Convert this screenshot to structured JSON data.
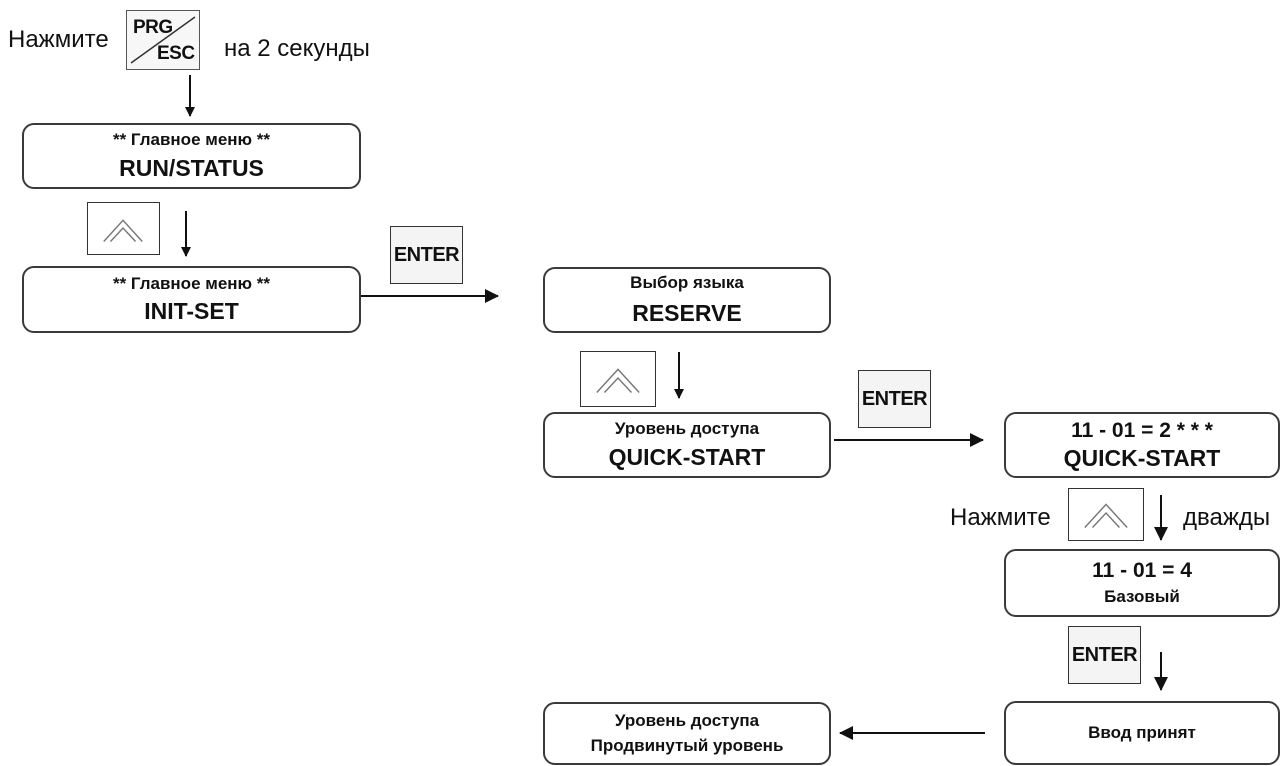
{
  "intro": {
    "press_label": "Нажмите",
    "prg_key_top": "PRG",
    "prg_key_bottom": "ESC",
    "duration": "на 2 секунды"
  },
  "panels": {
    "main_run": {
      "line1": "** Главное меню **",
      "line2": "RUN/STATUS"
    },
    "main_init": {
      "line1": "** Главное меню **",
      "line2": "INIT-SET"
    },
    "language": {
      "line1": "Выбор языка",
      "line2": "RESERVE"
    },
    "access_quick": {
      "line1": "Уровень доступа",
      "line2": "QUICK-START"
    },
    "param_2": {
      "line1": "11 - 01 =  2 * * *",
      "line2": "QUICK-START"
    },
    "param_4": {
      "line1": "11 - 01 =  4",
      "line2": "Базовый"
    },
    "accepted": {
      "line1": "Ввод принят"
    },
    "access_advanced": {
      "line1": "Уровень доступа",
      "line2": "Продвинутый уровень"
    }
  },
  "keys": {
    "enter_label": "ENTER"
  },
  "press_twice": {
    "press_label": "Нажмите",
    "suffix": "дважды"
  }
}
